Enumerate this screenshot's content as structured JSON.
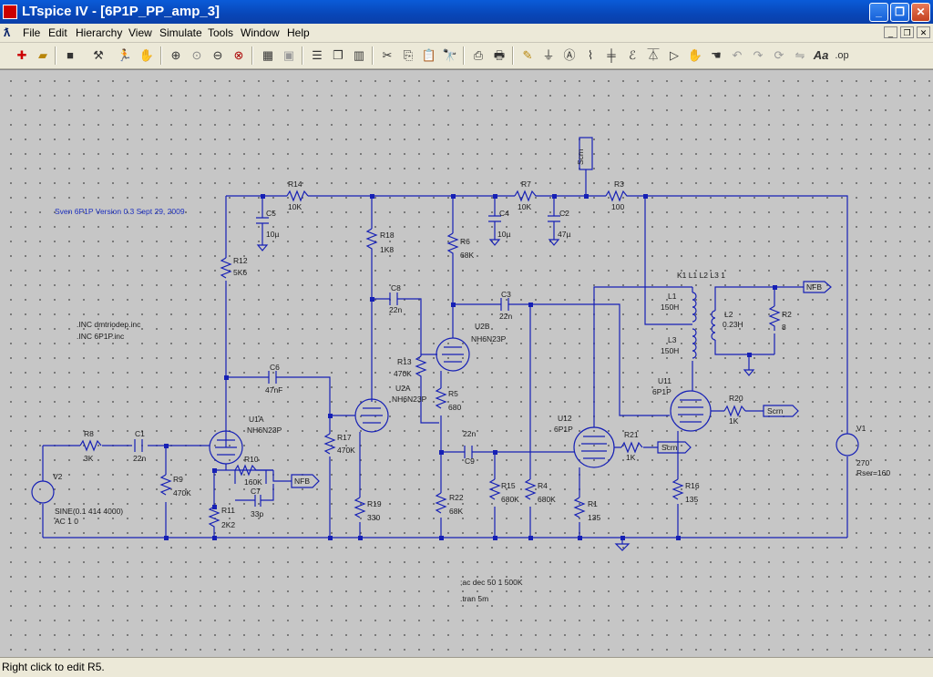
{
  "window": {
    "title": "LTspice IV - [6P1P_PP_amp_3]",
    "minimize": "_",
    "restore": "❐",
    "close": "✕"
  },
  "menu": [
    "File",
    "Edit",
    "Hierarchy",
    "View",
    "Simulate",
    "Tools",
    "Window",
    "Help"
  ],
  "toolbar_icons": [
    "new-schematic-icon",
    "open-icon",
    "save-icon",
    "control-panel-icon",
    "run-icon",
    "halt-icon",
    "zoom-in-icon",
    "zoom-pan-icon",
    "zoom-out-icon",
    "zoom-cancel-icon",
    "autorange-icon",
    "fit-icon",
    "tile-horizontal-icon",
    "cascade-icon",
    "tile-vertical-icon",
    "cut-icon",
    "copy-icon",
    "paste-icon",
    "find-icon",
    "print-preview-icon",
    "print-icon",
    "wire-icon",
    "ground-icon",
    "label-icon",
    "resistor-icon",
    "capacitor-icon",
    "inductor-icon",
    "diode-icon",
    "component-icon",
    "move-icon",
    "drag-icon",
    "undo-icon",
    "redo-icon",
    "rotate-icon",
    "mirror-icon",
    "text-icon",
    "spice-directive-icon"
  ],
  "toolbar_text": {
    "text_tool": "Aa",
    "op_tool": ".op"
  },
  "schematic": {
    "version_note": "Sven 6P1P Version 0.3 Sept 29, 2009",
    "inc1": ".INC dmtriodep.inc",
    "inc2": ".INC 6P1P.inc",
    "ac_directive": ";ac dec 50 1 500K",
    "tran_directive": ".tran 5m",
    "v2": {
      "name": "V2",
      "value1": "SINE(0.1 414 4000)",
      "value2": "AC 1 0"
    },
    "v1": {
      "name": "V1",
      "value": "270",
      "rser": "Rser=160"
    },
    "k1": "K1 L1 L2 L3 1",
    "labels": {
      "scrn_top": "Scrn",
      "nfb_out": "NFB",
      "nfb_in": "NFB",
      "scrn1": "Scrn",
      "scrn2": "Scrn"
    },
    "components": [
      {
        "ref": "R8",
        "value": "3K"
      },
      {
        "ref": "C1",
        "value": "22n"
      },
      {
        "ref": "R9",
        "value": "470K"
      },
      {
        "ref": "U1A",
        "value": "NH6N23P"
      },
      {
        "ref": "R10",
        "value": "160K"
      },
      {
        "ref": "C7",
        "value": "33p"
      },
      {
        "ref": "R11",
        "value": "2K2"
      },
      {
        "ref": "R12",
        "value": "5K6"
      },
      {
        "ref": "R14",
        "value": "10K"
      },
      {
        "ref": "C5",
        "value": "10µ"
      },
      {
        "ref": "C6",
        "value": "47nF"
      },
      {
        "ref": "R17",
        "value": "470K"
      },
      {
        "ref": "R18",
        "value": "1K8"
      },
      {
        "ref": "R19",
        "value": "330"
      },
      {
        "ref": "C8",
        "value": "22n"
      },
      {
        "ref": "R13",
        "value": "470K"
      },
      {
        "ref": "U2A",
        "value": "NH6N23P"
      },
      {
        "ref": "U2B",
        "value": "NH6N23P"
      },
      {
        "ref": "R6",
        "value": "68K"
      },
      {
        "ref": "R5",
        "value": "680"
      },
      {
        "ref": "R22",
        "value": "68K"
      },
      {
        "ref": "C9",
        "value": "22n"
      },
      {
        "ref": "R15",
        "value": "680K"
      },
      {
        "ref": "R4",
        "value": "680K"
      },
      {
        "ref": "C3",
        "value": "22n"
      },
      {
        "ref": "C4",
        "value": "10µ"
      },
      {
        "ref": "R7",
        "value": "10K"
      },
      {
        "ref": "C2",
        "value": "47µ"
      },
      {
        "ref": "R3",
        "value": "100"
      },
      {
        "ref": "L1",
        "value": "150H"
      },
      {
        "ref": "L3",
        "value": "150H"
      },
      {
        "ref": "L2",
        "value": "0.23H"
      },
      {
        "ref": "R2",
        "value": "8"
      },
      {
        "ref": "U11",
        "value": "6P1P"
      },
      {
        "ref": "U12",
        "value": "6P1P"
      },
      {
        "ref": "R20",
        "value": "1K"
      },
      {
        "ref": "R21",
        "value": "1K"
      },
      {
        "ref": "R16",
        "value": "135"
      },
      {
        "ref": "R1",
        "value": "135"
      }
    ]
  },
  "status": "Right click to edit R5.",
  "colors": {
    "wire": "#1620b5",
    "title_bar": "#0846b8",
    "canvas": "#c6c6c6"
  }
}
